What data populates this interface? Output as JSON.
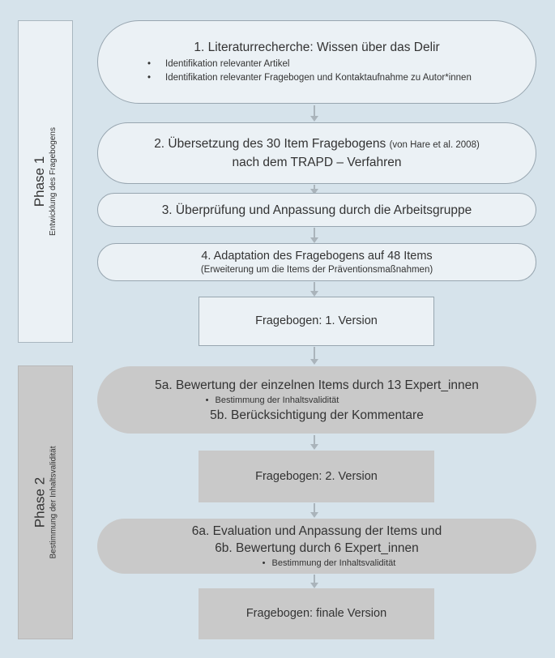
{
  "phase1": {
    "title": "Phase 1",
    "subtitle": "Entwicklung des Fragebogens"
  },
  "phase2": {
    "title": "Phase 2",
    "subtitle": "Bestimmung der Inhaltsvalidität"
  },
  "step1": {
    "title": "1. Literaturrecherche: Wissen über das Delir",
    "bullets": [
      "Identifikation relevanter Artikel",
      "Identifikation relevanter Fragebogen und Kontaktaufnahme zu Autor*innen"
    ]
  },
  "step2": {
    "line1_main": "2. Übersetzung des 30 Item Fragebogens",
    "line1_note": "(von Hare et al. 2008)",
    "line2": "nach dem TRAPD – Verfahren"
  },
  "step3": {
    "title": "3. Überprüfung und Anpassung durch die Arbeitsgruppe"
  },
  "step4": {
    "title": "4. Adaptation des Fragebogens auf 48 Items",
    "note": "(Erweiterung um die Items der Präventionsmaßnahmen)"
  },
  "version1": "Fragebogen: 1. Version",
  "step5": {
    "line1": "5a. Bewertung der einzelnen Items durch 13 Expert_innen",
    "bullet": "Bestimmung der Inhaltsvalidität",
    "line2": "5b. Berücksichtigung der Kommentare"
  },
  "version2": "Fragebogen: 2. Version",
  "step6": {
    "line1": "6a. Evaluation und Anpassung der Items und",
    "line2": "6b. Bewertung durch 6 Expert_innen",
    "bullet": "Bestimmung der Inhaltsvalidität"
  },
  "version_final": "Fragebogen: finale Version",
  "colors": {
    "background": "#d6e3eb",
    "phase1_fill": "#ebf1f5",
    "phase2_fill": "#c9c9c9",
    "arrow": "#aab4bb"
  }
}
